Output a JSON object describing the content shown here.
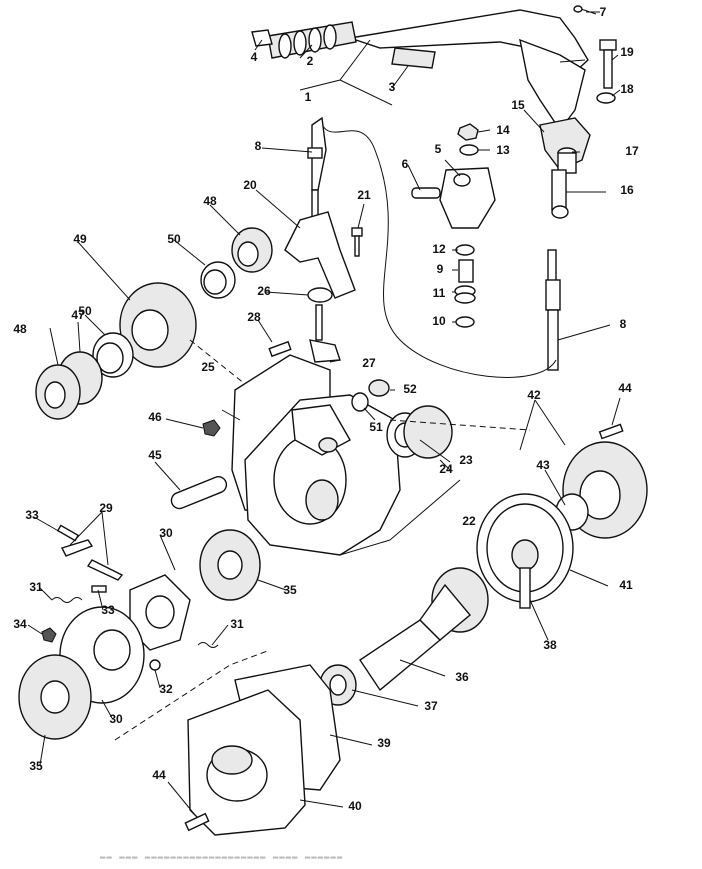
{
  "callouts": {
    "n1": "1",
    "n2": "2",
    "n3": "3",
    "n4": "4",
    "n5": "5",
    "n6": "6",
    "n7": "7",
    "n8a": "8",
    "n8b": "8",
    "n9": "9",
    "n10": "10",
    "n11": "11",
    "n12": "12",
    "n13": "13",
    "n14": "14",
    "n15": "15",
    "n16": "16",
    "n17": "17",
    "n18": "18",
    "n19": "19",
    "n20": "20",
    "n21": "21",
    "n22": "22",
    "n23": "23",
    "n24": "24",
    "n25": "25",
    "n26": "26",
    "n27": "27",
    "n28": "28",
    "n29": "29",
    "n30a": "30",
    "n30b": "30",
    "n31a": "31",
    "n31b": "31",
    "n32": "32",
    "n33a": "33",
    "n33b": "33",
    "n34": "34",
    "n35a": "35",
    "n35b": "35",
    "n36": "36",
    "n37": "37",
    "n38": "38",
    "n39": "39",
    "n40": "40",
    "n41": "41",
    "n42": "42",
    "n43": "43",
    "n44a": "44",
    "n44b": "44",
    "n45": "45",
    "n46": "46",
    "n47": "47",
    "n48a": "48",
    "n48b": "48",
    "n49": "49",
    "n50a": "50",
    "n50b": "50",
    "n51": "51",
    "n52": "52"
  }
}
